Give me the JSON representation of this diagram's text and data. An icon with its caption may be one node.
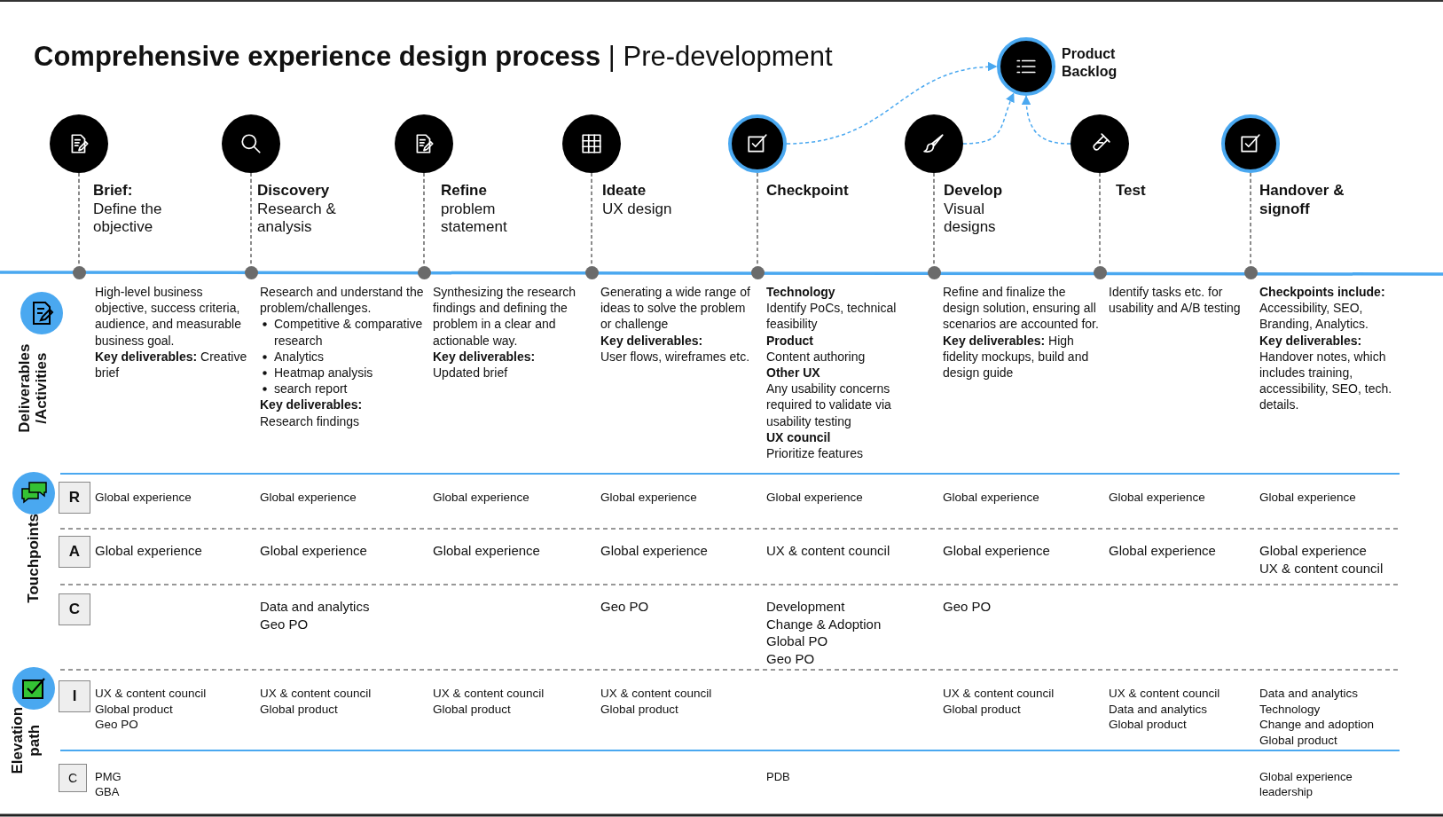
{
  "diagram": {
    "title": "**Comprehensive experience design process** | Pre-development",
    "nodes": [
      {
        "text": [],
        "shape": "circle",
        "beside": [
          "Brief:",
          "Define the objective"
        ]
      },
      {
        "text": [],
        "shape": "circle",
        "beside": [
          "Discovery",
          "Research & analysis"
        ]
      },
      {
        "text": [],
        "shape": "circle",
        "beside": [
          "Refine",
          "problem statement"
        ]
      },
      {
        "text": [],
        "shape": "circle",
        "beside": [
          "Ideate",
          "UX design"
        ]
      },
      {
        "text": [],
        "shape": "circle",
        "beside": [
          "Checkpoint"
        ]
      },
      {
        "text": [],
        "shape": "circle",
        "beside": [
          "Develop",
          "Visual designs"
        ]
      },
      {
        "text": [],
        "shape": "circle",
        "beside": [
          "Test"
        ]
      },
      {
        "text": [],
        "shape": "circle",
        "beside": [
          "Handover & signoff"
        ]
      },
      {
        "text": [],
        "shape": "circle",
        "beside": [
          "Product Backlog"
        ]
      },
      {
        "text": [],
        "shape": "circle"
      },
      {
        "text": [],
        "shape": "circle"
      },
      {
        "text": [],
        "shape": "circle"
      },
      {
        "text": [],
        "shape": "circle"
      },
      {
        "text": [],
        "shape": "circle"
      },
      {
        "text": [],
        "shape": "circle"
      },
      {
        "text": [],
        "shape": "circle"
      },
      {
        "text": [],
        "shape": "circle"
      }
    ],
    "edges": [
      {
        "from": 4,
        "to": 8,
        "arrow": "to",
        "style": "dashed",
        "color": "#4aa8f0"
      },
      {
        "from": 5,
        "to": 8,
        "arrow": "to",
        "style": "dashed",
        "color": "#4aa8f0"
      },
      {
        "from": 6,
        "to": 8,
        "arrow": "to",
        "style": "dashed",
        "color": "#4aa8f0"
      },
      {
        "from": 0,
        "to": 9,
        "arrow": "none",
        "style": "dashed"
      },
      {
        "from": 1,
        "to": 10,
        "arrow": "none",
        "style": "dashed"
      },
      {
        "from": 2,
        "to": 11,
        "arrow": "none",
        "style": "dashed"
      },
      {
        "from": 3,
        "to": 12,
        "arrow": "none",
        "style": "dashed"
      },
      {
        "from": 4,
        "to": 13,
        "arrow": "none",
        "style": "dashed"
      },
      {
        "from": 5,
        "to": 14,
        "arrow": "none",
        "style": "dashed"
      },
      {
        "from": 6,
        "to": 15,
        "arrow": "none",
        "style": "dashed"
      },
      {
        "from": 7,
        "to": 16,
        "arrow": "none",
        "style": "dashed"
      }
    ],
    "labels": [
      "Deliverables /Activities",
      "High-level business objective, success criteria, audience, and measurable business goal.",
      "**Key deliverables:** Creative brief",
      "Research and understand the problem/challenges.",
      "Competitive & comparative research",
      "Analytics",
      "Heatmap analysis",
      "search report",
      "Key deliverables:",
      "Research findings",
      "Synthesizing the research findings and defining the problem in a clear and actionable way.",
      "Key deliverables:",
      "Updated brief",
      "Generating a wide range of ideas to solve the problem or challenge",
      "Key deliverables:",
      "User flows, wireframes etc.",
      "Technology",
      "Identify PoCs, technical feasibility",
      "Product",
      "Content authoring",
      "Other UX",
      "Any usability concerns required to validate via usability testing",
      "UX council",
      "Prioritize features",
      "Refine and finalize the design solution, ensuring all scenarios are accounted for.",
      "**Key deliverables:** High fidelity mockups, build and design guide",
      "Identify tasks etc. for usability and A/B testing",
      "Checkpoints include:",
      "Accessibility, SEO, Branding, Analytics.",
      "Key deliverables:",
      "Handover notes, which includes training, accessibility, SEO, tech. details.",
      "Touchpoints",
      "R",
      "Global experience",
      "Global experience",
      "Global experience",
      "Global experience",
      "Global experience",
      "Global experience",
      "Global experience",
      "Global experience",
      "A",
      "Global experience",
      "Global experience",
      "Global experience",
      "Global experience",
      "UX & content council",
      "Global experience",
      "Global experience",
      "Global experience",
      "UX & content council",
      "C",
      "Data and analytics",
      "Geo PO",
      "Geo PO",
      "Development",
      "Change & Adoption",
      "Global PO",
      "Geo PO",
      "Geo PO",
      "Elevation path",
      "I",
      "UX & content council",
      "Global product",
      "Geo PO",
      "UX & content council",
      "Global product",
      "UX & content council",
      "Global product",
      "UX & content council",
      "Global product",
      "UX & content council",
      "Global product",
      "UX & content council",
      "Data and analytics",
      "Global product",
      "Data and analytics",
      "Technology",
      "Change and adoption",
      "Global product",
      "C",
      "PMG",
      "GBA",
      "PDB",
      "Global experience leadership"
    ]
  }
}
